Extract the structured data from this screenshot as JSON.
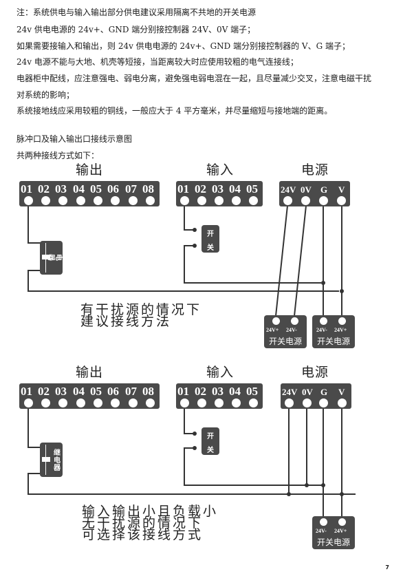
{
  "notes": [
    "注：系统供电与输入输出部分供电建议采用隔离不共地的开关电源",
    "24v 供电电源的 24v+、GND 端分别接控制器 24V、0V 端子；",
    "如果需要接输入和输出，则 24v 供电电源的 24v+、GND 端分别接控制器的 V、G 端子；",
    "24v 电源不能与大地、机壳等短接，当距离较大时应使用较粗的电气连接线；",
    "电器柜中配线，应注意强电、弱电分离，避免强电弱电混在一起，且尽量减少交叉，注意电磁干扰",
    "对系统的影响；",
    "系统接地线应采用较粗的铜线，一般应大于 4 平方毫米，并尽量缩短与接地端的距离。"
  ],
  "section_title": "脉冲口及输入输出口接线示意图",
  "section_subtitle": "共两种接线方式如下：",
  "diagram_labels": {
    "output": "输出",
    "input": "输入",
    "power": "电源"
  },
  "output_terminals": [
    "01",
    "02",
    "03",
    "04",
    "05",
    "06",
    "07",
    "08"
  ],
  "input_terminals": [
    "01",
    "02",
    "03",
    "04",
    "05"
  ],
  "power_terminals": [
    "24V",
    "0V",
    "G",
    "V"
  ],
  "switch_label": [
    "开",
    "关"
  ],
  "relay_label": [
    "继",
    "电",
    "器"
  ],
  "psu_name": "开关电源",
  "diagram1": {
    "comment": [
      "有干扰源的情况下",
      "建议接线方法"
    ],
    "psu1_terminals": [
      "24V+",
      "24V-"
    ],
    "psu2_terminals": [
      "24V-",
      "24V+"
    ]
  },
  "diagram2": {
    "comment": [
      "输入输出小且负载小",
      "无干扰源的情况下",
      "可选择该接线方式"
    ],
    "psu_terminals": [
      "24V-",
      "24V+"
    ]
  },
  "page_number": "7"
}
